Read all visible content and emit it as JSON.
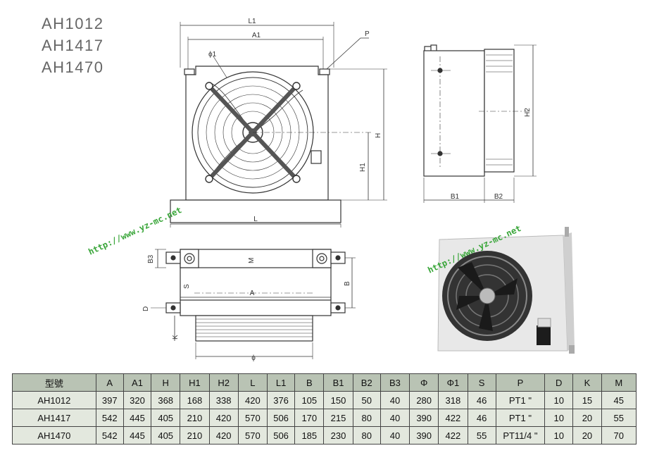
{
  "models": [
    "AH1012",
    "AH1417",
    "AH1470"
  ],
  "drawing_labels": {
    "L1": "L1",
    "A1": "A1",
    "P": "P",
    "phi1": "ϕ1",
    "H": "H",
    "H1": "H1",
    "L": "L",
    "H2": "H2",
    "B1": "B1",
    "B2": "B2",
    "B3": "B3",
    "M": "M",
    "S": "S",
    "A": "A",
    "B": "B",
    "D": "D",
    "K": "K",
    "phi": "ϕ"
  },
  "watermark": "http://www.yz-mc.net",
  "table": {
    "headers": [
      "型號",
      "A",
      "A1",
      "H",
      "H1",
      "H2",
      "L",
      "L1",
      "B",
      "B1",
      "B2",
      "B3",
      "Φ",
      "Φ1",
      "S",
      "P",
      "D",
      "K",
      "M"
    ],
    "rows": [
      [
        "AH1012",
        "397",
        "320",
        "368",
        "168",
        "338",
        "420",
        "376",
        "105",
        "150",
        "50",
        "40",
        "280",
        "318",
        "46",
        "PT1 \"",
        "10",
        "15",
        "45"
      ],
      [
        "AH1417",
        "542",
        "445",
        "405",
        "210",
        "420",
        "570",
        "506",
        "170",
        "215",
        "80",
        "40",
        "390",
        "422",
        "46",
        "PT1 \"",
        "10",
        "20",
        "55"
      ],
      [
        "AH1470",
        "542",
        "445",
        "405",
        "210",
        "420",
        "570",
        "506",
        "185",
        "230",
        "80",
        "40",
        "390",
        "422",
        "55",
        "PT11/4 \"",
        "10",
        "20",
        "70"
      ]
    ]
  }
}
